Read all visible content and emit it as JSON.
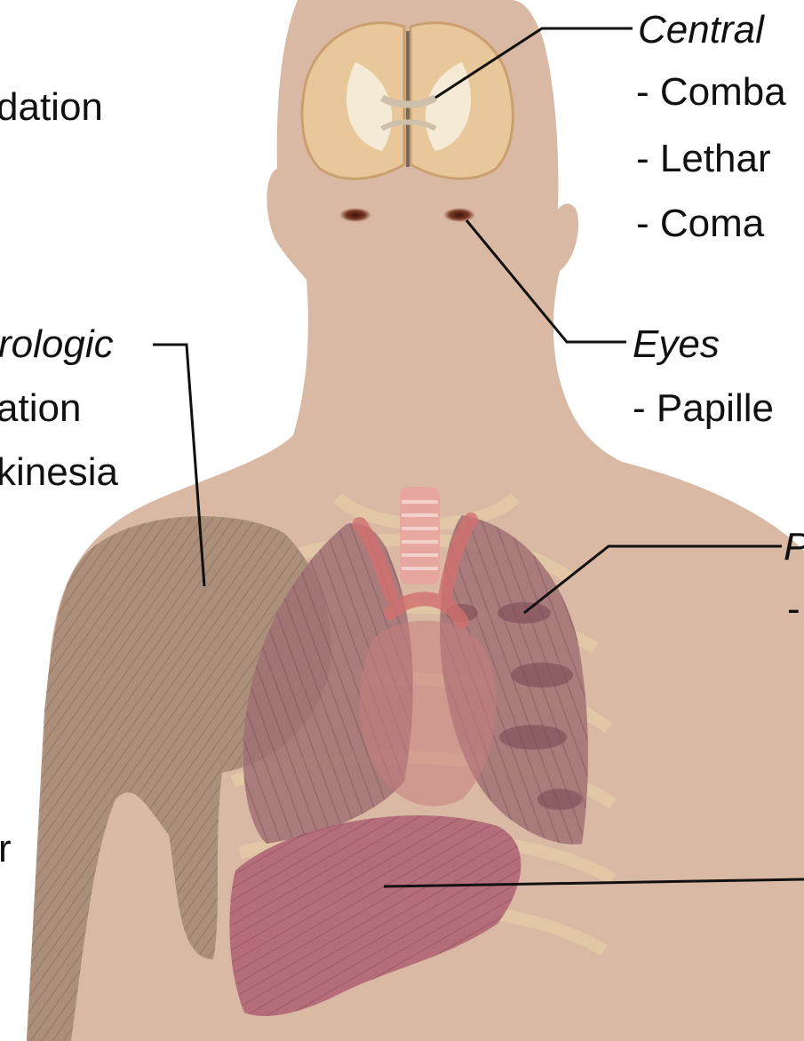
{
  "colors": {
    "skin": "#d9b9a3",
    "skin_shadow": "#cfae97",
    "brain_cortex": "#e8c89a",
    "brain_white": "#f5ead5",
    "muscle": "#a78a76",
    "lung": "#9c6b6e",
    "lung_dark": "#7e4a55",
    "liver": "#a95a6b",
    "trachea": "#e9a3a0",
    "heart": "#c97f82",
    "rib": "#e9d4a8",
    "eye": "#7a3a25",
    "leader_line": "#111111",
    "text": "#111111"
  },
  "labels": {
    "cns_heading": "Central",
    "cns_item1": "- Comba",
    "cns_item2": "- Lethar",
    "cns_item3": "- Coma",
    "eyes_heading": "Eyes",
    "eyes_item1": "- Papille",
    "left_item_top": "dation",
    "neuro_heading": "rologic",
    "neuro_item1": "ation",
    "neuro_item2": "kinesia",
    "left_item_bottom": "r",
    "right_mid_heading": "P",
    "right_mid_item1": "-"
  }
}
